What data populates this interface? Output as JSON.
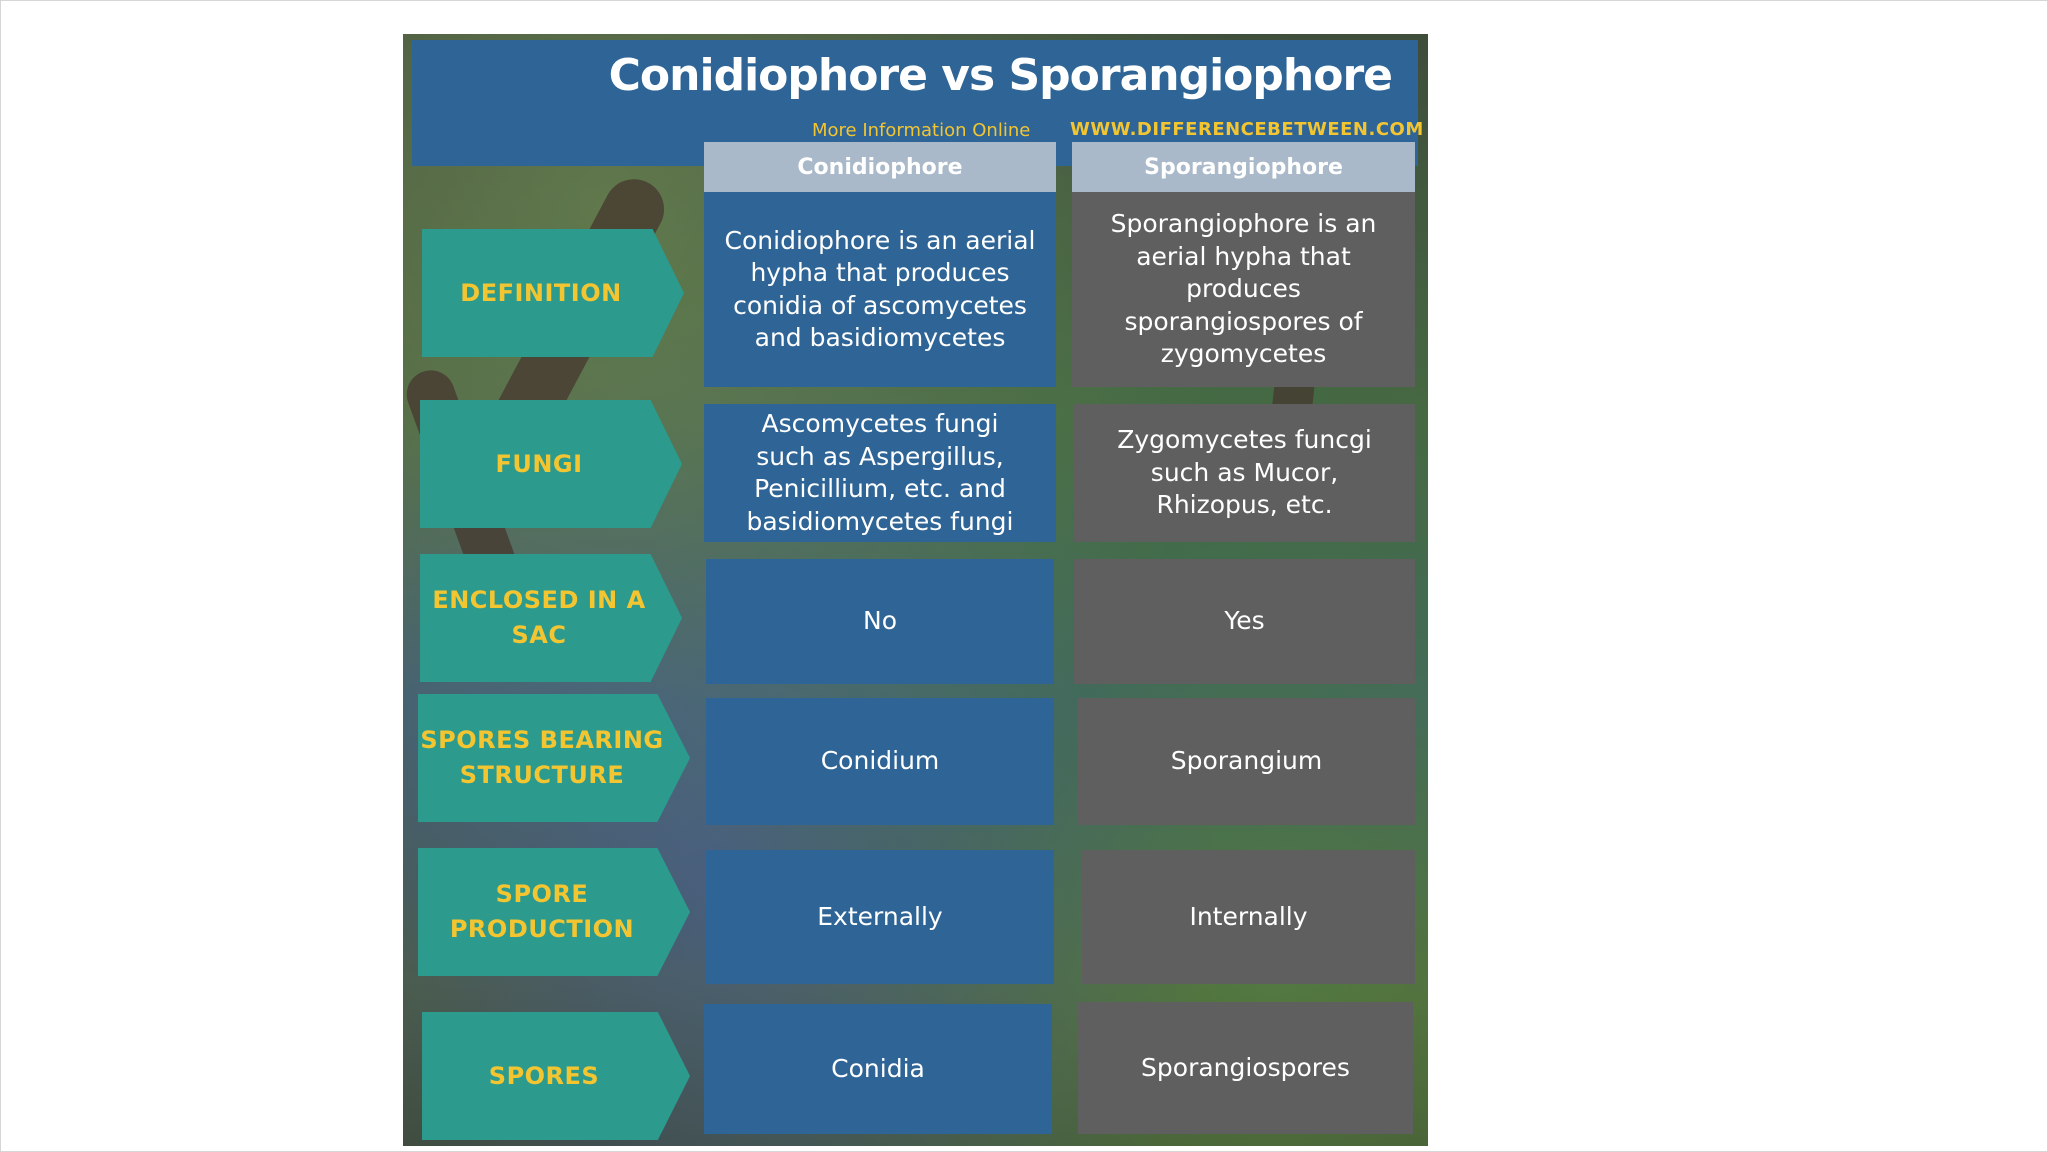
{
  "header": {
    "title": "Conidiophore vs Sporangiophore",
    "more_info": "More Information  Online",
    "site": "WWW.DIFFERENCEBETWEEN.COM"
  },
  "columns": [
    "Conidiophore",
    "Sporangiophore"
  ],
  "rows": [
    {
      "label": "DEFINITION",
      "conidiophore": "Conidiophore is an aerial hypha that produces conidia of ascomycetes and basidiomycetes",
      "sporangiophore": "Sporangiophore is an aerial hypha that produces sporangiospores of zygomycetes"
    },
    {
      "label": "FUNGI",
      "conidiophore": "Ascomycetes fungi such as Aspergillus, Penicillium, etc. and basidiomycetes fungi",
      "sporangiophore": "Zygomycetes funcgi such as Mucor, Rhizopus, etc."
    },
    {
      "label": "ENCLOSED IN A SAC",
      "conidiophore": "No",
      "sporangiophore": "Yes"
    },
    {
      "label": "SPORES BEARING STRUCTURE",
      "conidiophore": "Conidium",
      "sporangiophore": "Sporangium"
    },
    {
      "label": "SPORE PRODUCTION",
      "conidiophore": "Externally",
      "sporangiophore": "Internally"
    },
    {
      "label": "SPORES",
      "conidiophore": "Conidia",
      "sporangiophore": "Sporangiospores"
    }
  ],
  "colors": {
    "header_blue": "#2f6596",
    "label_teal": "#2c9b8e",
    "label_text": "#f3c531",
    "cell_gray": "#5f5f5f",
    "column_head": "#a9b9c9"
  }
}
